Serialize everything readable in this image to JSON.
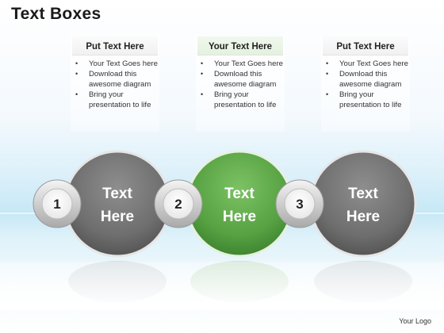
{
  "title": "Text Boxes",
  "logo": "Your Logo",
  "steps": [
    {
      "number": "1",
      "heading": "Put Text Here",
      "bullets": [
        "Your Text Goes here",
        "Download this awesome diagram",
        "Bring your presentation to life"
      ],
      "circle_line1": "Text",
      "circle_line2": "Here",
      "color": "#777777"
    },
    {
      "number": "2",
      "heading": "Your Text Here",
      "bullets": [
        "Your Text Goes here",
        "Download this awesome diagram",
        "Bring your presentation to life"
      ],
      "circle_line1": "Text",
      "circle_line2": "Here",
      "color": "#5aa545"
    },
    {
      "number": "3",
      "heading": "Put Text Here",
      "bullets": [
        "Your Text Goes here",
        "Download this awesome diagram",
        "Bring your presentation to life"
      ],
      "circle_line1": "Text",
      "circle_line2": "Here",
      "color": "#777777"
    }
  ]
}
